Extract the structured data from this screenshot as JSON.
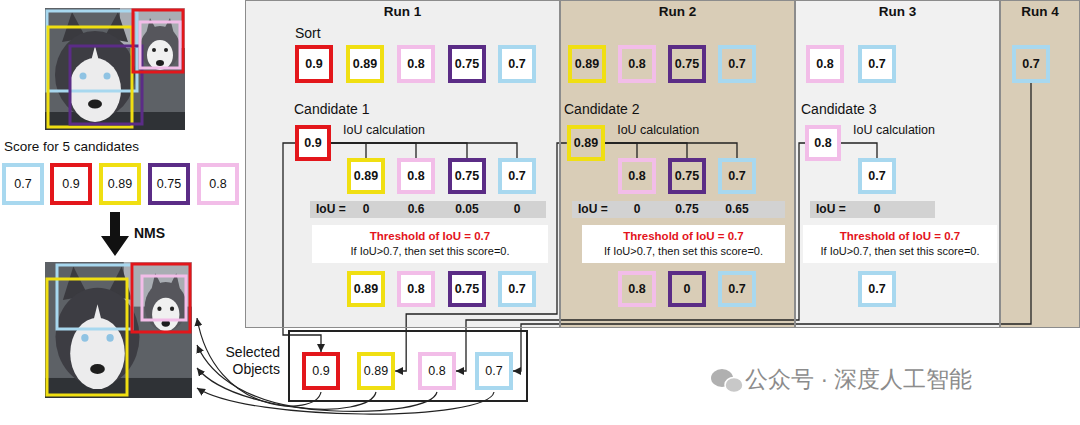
{
  "diagram": {
    "nodes": [
      {
        "text": [
          "0.7"
        ]
      },
      {
        "text": [
          "0.9"
        ]
      },
      {
        "text": [
          "0.89"
        ]
      },
      {
        "text": [
          "0.75"
        ]
      },
      {
        "text": [
          "0.8"
        ]
      },
      {
        "text": [
          "Run 1"
        ]
      },
      {
        "text": [
          "0.9"
        ],
        "in": 5
      },
      {
        "text": [
          "0.89"
        ],
        "in": 5
      },
      {
        "text": [
          "0.8"
        ],
        "in": 5
      },
      {
        "text": [
          "0.75"
        ],
        "in": 5
      },
      {
        "text": [
          "0.7"
        ],
        "in": 5
      },
      {
        "text": [
          "0.9"
        ],
        "in": 5
      },
      {
        "text": [
          "0.89"
        ],
        "in": 5
      },
      {
        "text": [
          "0.8"
        ],
        "in": 5
      },
      {
        "text": [
          "0.75"
        ],
        "in": 5
      },
      {
        "text": [
          "0.7"
        ],
        "in": 5
      },
      {
        "text": [
          "IoU =",
          "0",
          "0.6",
          "0.05",
          "0"
        ],
        "in": 5
      },
      {
        "text": [
          "Threshold of IoU = 0.7",
          "If IoU>0.7, then set this score=0."
        ],
        "in": 5
      },
      {
        "text": [
          "0.89"
        ],
        "in": 5
      },
      {
        "text": [
          "0.8"
        ],
        "in": 5
      },
      {
        "text": [
          "0.75"
        ],
        "in": 5
      },
      {
        "text": [
          "0.7"
        ],
        "in": 5
      },
      {
        "text": [
          "Run 2"
        ]
      },
      {
        "text": [
          "0.89"
        ],
        "in": 22
      },
      {
        "text": [
          "0.8"
        ],
        "in": 22
      },
      {
        "text": [
          "0.75"
        ],
        "in": 22
      },
      {
        "text": [
          "0.7"
        ],
        "in": 22
      },
      {
        "text": [
          "0.89"
        ],
        "in": 22
      },
      {
        "text": [
          "0.8"
        ],
        "in": 22
      },
      {
        "text": [
          "0.75"
        ],
        "in": 22
      },
      {
        "text": [
          "0.7"
        ],
        "in": 22
      },
      {
        "text": [
          "IoU =",
          "0",
          "0.75",
          "0.65"
        ],
        "in": 22
      },
      {
        "text": [
          "Threshold of IoU = 0.7",
          "If IoU>0.7, then set this score=0."
        ],
        "in": 22
      },
      {
        "text": [
          "0.8"
        ],
        "in": 22
      },
      {
        "text": [
          "0"
        ],
        "in": 22
      },
      {
        "text": [
          "0.7"
        ],
        "in": 22
      },
      {
        "text": [
          "Run 3"
        ]
      },
      {
        "text": [
          "0.8"
        ],
        "in": 36
      },
      {
        "text": [
          "0.7"
        ],
        "in": 36
      },
      {
        "text": [
          "0.8"
        ],
        "in": 36
      },
      {
        "text": [
          "0.7"
        ],
        "in": 36
      },
      {
        "text": [
          "IoU =",
          "0"
        ],
        "in": 36
      },
      {
        "text": [
          "Threshold of IoU = 0.7",
          "If IoU>0.7, then set this score=0."
        ],
        "in": 36
      },
      {
        "text": [
          "0.7"
        ],
        "in": 36
      },
      {
        "text": [
          "Run 4"
        ]
      },
      {
        "text": [
          "0.7"
        ],
        "in": 44
      },
      {
        "text": [
          "Selected Objects"
        ]
      },
      {
        "text": [
          "0.9"
        ],
        "in": 46
      },
      {
        "text": [
          "0.89"
        ],
        "in": 46
      },
      {
        "text": [
          "0.8"
        ],
        "in": 46
      },
      {
        "text": [
          "0.7"
        ],
        "in": 46
      }
    ],
    "edges": [
      {
        "from": 11,
        "to": 12,
        "arrow": "none",
        "label": "IoU calculation"
      },
      {
        "from": 11,
        "to": 13,
        "arrow": "none"
      },
      {
        "from": 11,
        "to": 14,
        "arrow": "none"
      },
      {
        "from": 11,
        "to": 15,
        "arrow": "none"
      },
      {
        "from": 27,
        "to": 28,
        "arrow": "none",
        "label": "IoU calculation"
      },
      {
        "from": 27,
        "to": 29,
        "arrow": "none"
      },
      {
        "from": 27,
        "to": 30,
        "arrow": "none"
      },
      {
        "from": 39,
        "to": 40,
        "arrow": "none",
        "label": "IoU calculation"
      },
      {
        "from": 11,
        "to": 47,
        "arrow": "to"
      },
      {
        "from": 27,
        "to": 48,
        "arrow": "to"
      },
      {
        "from": 39,
        "to": 49,
        "arrow": "to"
      },
      {
        "from": 45,
        "to": 50,
        "arrow": "to"
      }
    ],
    "labels": [
      "Score for 5 candidates",
      "NMS",
      "Sort",
      "Candidate 1",
      "Candidate 2",
      "Candidate 3",
      "公众号 · 深度人工智能"
    ]
  }
}
